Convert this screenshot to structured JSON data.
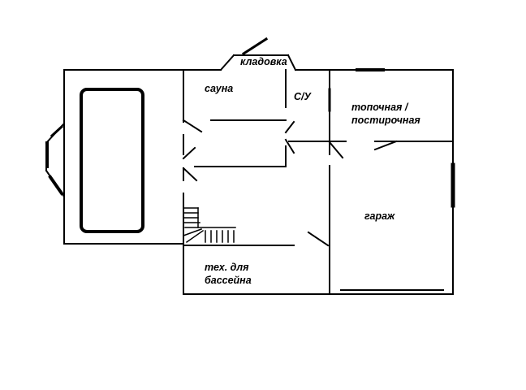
{
  "colors": {
    "background": "#ffffff",
    "line": "#000000"
  },
  "rooms": {
    "storage": "кладовка",
    "sauna": "сауна",
    "wc": "С/У",
    "boiler_line1": "топочная /",
    "boiler_line2": "постирочная",
    "garage": "гараж",
    "pool_line1": "тех. для",
    "pool_line2": "бассейна"
  }
}
